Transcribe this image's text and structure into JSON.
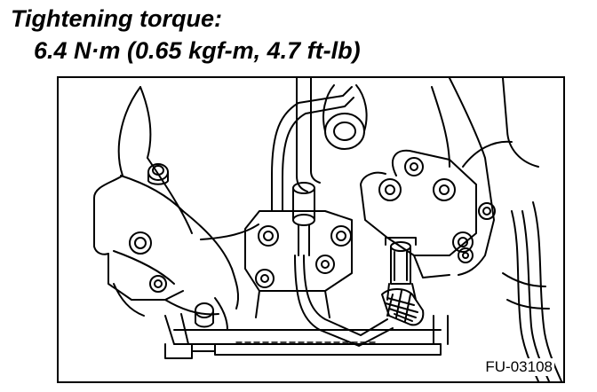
{
  "caption": {
    "title": "Tightening torque:",
    "value": "6.4 N·m (0.65 kgf-m, 4.7 ft-lb)"
  },
  "figure": {
    "code": "FU-03108",
    "stroke_color": "#000000",
    "background_color": "#ffffff"
  }
}
